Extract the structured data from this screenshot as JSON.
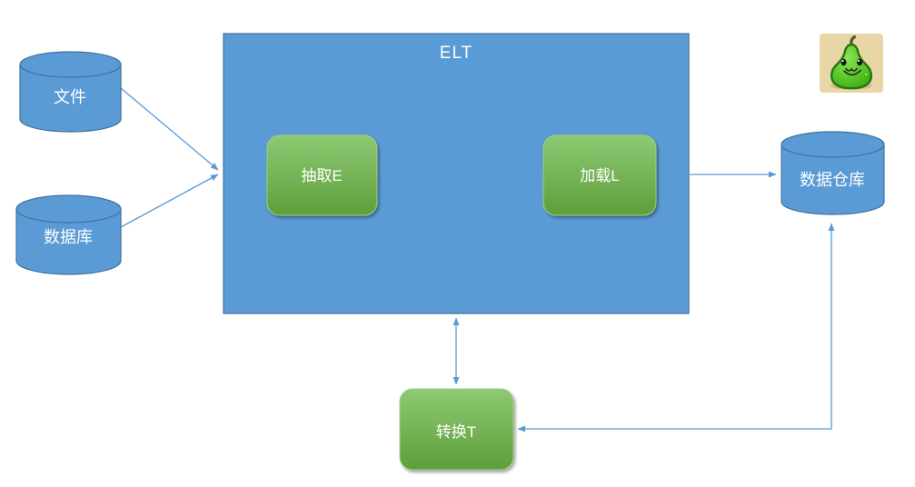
{
  "diagram": {
    "title": "ELT",
    "nodes": {
      "file": {
        "label": "文件",
        "shape": "cylinder"
      },
      "database": {
        "label": "数据库",
        "shape": "cylinder"
      },
      "elt_container": {
        "label": "ELT",
        "shape": "rectangle"
      },
      "extract": {
        "label": "抽取E",
        "shape": "rounded-rectangle"
      },
      "load": {
        "label": "加载L",
        "shape": "rounded-rectangle"
      },
      "warehouse": {
        "label": "数据仓库",
        "shape": "cylinder"
      },
      "transform": {
        "label": "转换T",
        "shape": "rounded-rectangle"
      }
    },
    "edges": [
      {
        "from": "文件",
        "to": "ELT",
        "style": "single-arrow"
      },
      {
        "from": "数据库",
        "to": "ELT",
        "style": "single-arrow"
      },
      {
        "from": "加载L",
        "to": "数据仓库",
        "style": "single-arrow"
      },
      {
        "from": "ELT",
        "to": "转换T",
        "style": "double-arrow"
      },
      {
        "from": "转换T",
        "to": "数据仓库",
        "style": "double-arrow-elbow"
      }
    ],
    "colors": {
      "node_blue": "#5b9bd5",
      "node_border_blue": "#41719c",
      "green_top": "#8ec973",
      "green_bottom": "#5d9e3a",
      "arrow_blue": "#5b9bd5",
      "label_text": "#ffffff",
      "pear_background": "#e9d6a7",
      "pear_green": "#4db824"
    },
    "logo": {
      "name": "pear-mascot"
    }
  }
}
